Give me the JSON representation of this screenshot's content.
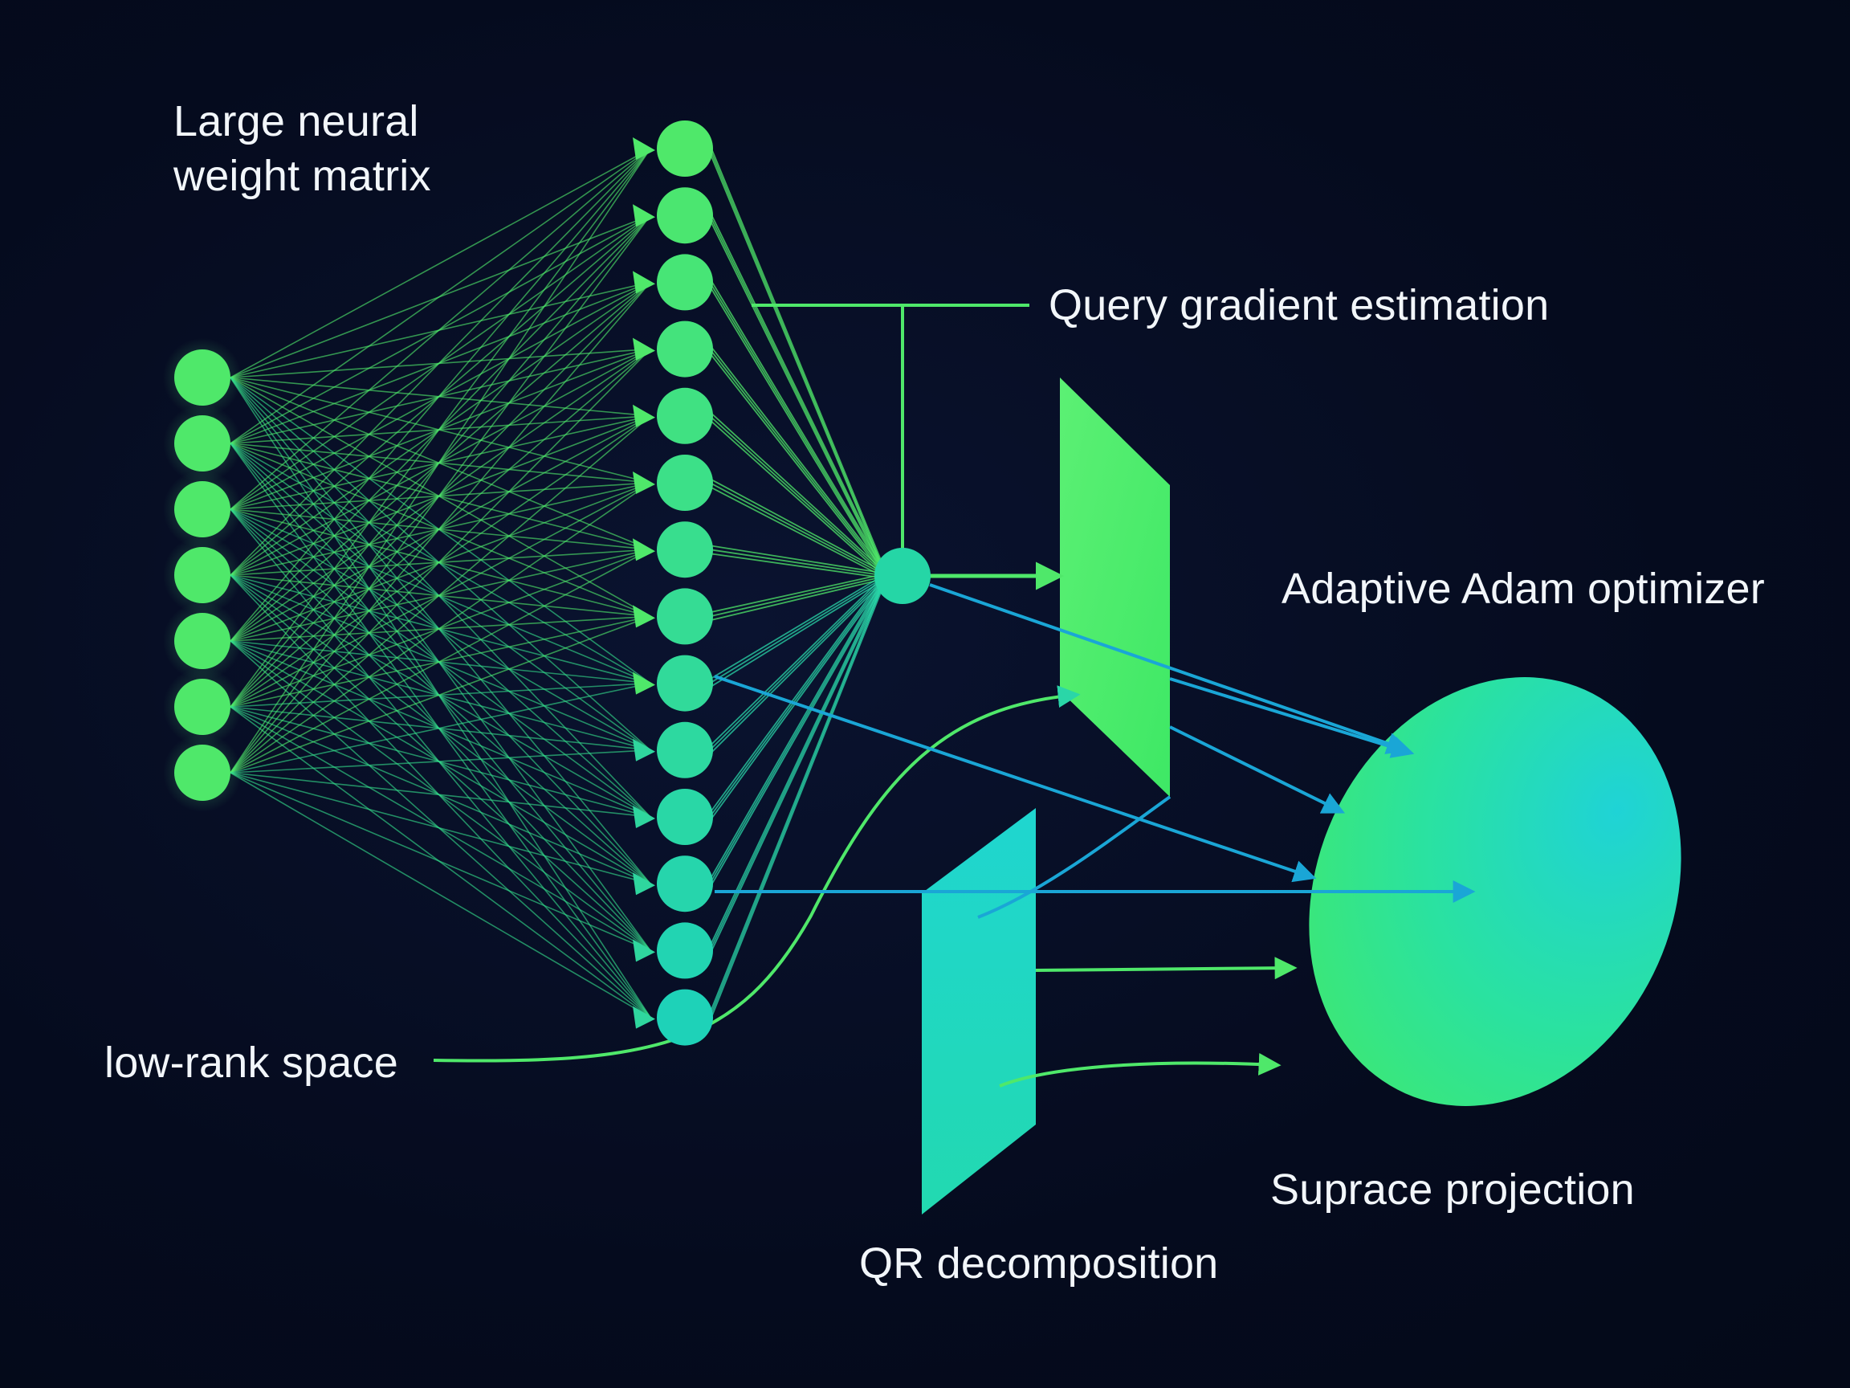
{
  "labels": {
    "weight_matrix_line1": "Large neural",
    "weight_matrix_line2": "weight matrix",
    "query": "Query gradient estimation",
    "adam": "Adaptive Adam optimizer",
    "low_rank": "low-rank space",
    "subspace": "Suprace projection",
    "qr": "QR decomposition"
  },
  "network": {
    "input_nodes": 7,
    "hidden_nodes": 14
  },
  "colors": {
    "background": "#050b1e",
    "green": "#4fe86a",
    "teal": "#1ed2b8",
    "cyan": "#19c2e0",
    "blue_arrow": "#1aa6d6",
    "text": "#f2f6fa"
  }
}
